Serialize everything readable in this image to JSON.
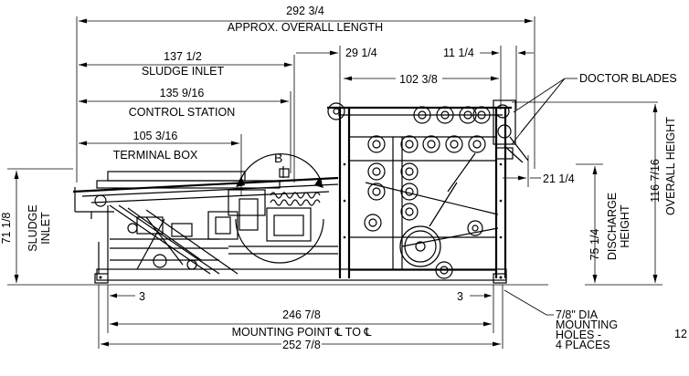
{
  "dimensions": {
    "overall_length_value": "292 3/4",
    "overall_length_label": "APPROX. OVERALL LENGTH",
    "sludge_inlet_horiz_value": "137 1/2",
    "sludge_inlet_horiz_label": "SLUDGE INLET",
    "control_station_value": "135 9/16",
    "control_station_label": "CONTROL STATION",
    "terminal_box_value": "105 3/16",
    "terminal_box_label": "TERMINAL BOX",
    "top_offset_value": "29 1/4",
    "right_offset_value": "11 1/4",
    "frame_width_value": "102 3/8",
    "doctor_blades_label": "DOCTOR BLADES",
    "discharge_offset_value": "21 1/4",
    "sludge_inlet_height_value": "71 1/8",
    "sludge_inlet_height_label_1": "SLUDGE",
    "sludge_inlet_height_label_2": "INLET",
    "discharge_height_value": "75 1/4",
    "discharge_height_label_1": "DISCHARGE",
    "discharge_height_label_2": "HEIGHT",
    "overall_height_value": "116 7/16",
    "overall_height_label_1": "OVERALL HEIGHT",
    "left_foot_offset_value": "3",
    "right_foot_offset_value": "3",
    "mounting_point_value": "246 7/8",
    "mounting_point_label": "MOUNTING POINT ℄ TO ℄",
    "base_length_value": "252 7/8",
    "mounting_holes_line_1": "7/8\" DIA",
    "mounting_holes_line_2": "MOUNTING",
    "mounting_holes_line_3": "HOLES -",
    "mounting_holes_line_4": "4 PLACES",
    "view_marker": "B",
    "page_fragment": "12"
  }
}
